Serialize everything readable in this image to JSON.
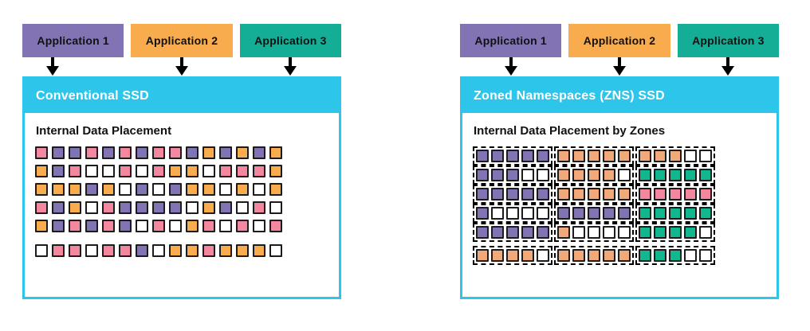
{
  "colors": {
    "purple": "#8274B4",
    "orange": "#F9AC4E",
    "teal": "#14AD96",
    "peach": "#F2A979",
    "teal_sq": "#10B78F",
    "pink": "#F2879F",
    "white": "#FFFFFF",
    "cyan": "#2EC5EA"
  },
  "icons": {
    "flow_arrow": "↓"
  },
  "panels": [
    {
      "applications": [
        {
          "label": "Application 1",
          "color": "purple"
        },
        {
          "label": "Application 2",
          "color": "orange"
        },
        {
          "label": "Application 3",
          "color": "teal"
        }
      ],
      "ssd_title": "Conventional SSD",
      "placement_title": "Internal Data Placement",
      "grid": {
        "type": "flat",
        "rows": [
          [
            "pink",
            "purple",
            "purple",
            "pink",
            "purple",
            "pink",
            "purple",
            "pink",
            "pink",
            "purple",
            "orange",
            "purple",
            "orange",
            "purple",
            "orange"
          ],
          [
            "orange",
            "purple",
            "pink",
            "white",
            "white",
            "pink",
            "white",
            "pink",
            "orange",
            "orange",
            "white",
            "pink",
            "pink",
            "pink",
            "orange"
          ],
          [
            "orange",
            "orange",
            "orange",
            "purple",
            "orange",
            "white",
            "purple",
            "white",
            "purple",
            "orange",
            "orange",
            "white",
            "orange",
            "white",
            "orange"
          ],
          [
            "pink",
            "purple",
            "orange",
            "white",
            "pink",
            "purple",
            "purple",
            "purple",
            "purple",
            "white",
            "orange",
            "purple",
            "white",
            "pink",
            "white"
          ],
          [
            "orange",
            "purple",
            "pink",
            "purple",
            "pink",
            "purple",
            "white",
            "pink",
            "white",
            "orange",
            "pink",
            "white",
            "pink",
            "white",
            "pink"
          ],
          [
            "white",
            "pink",
            "pink",
            "white",
            "pink",
            "pink",
            "purple",
            "white",
            "orange",
            "orange",
            "pink",
            "orange",
            "orange",
            "orange",
            "white"
          ]
        ]
      }
    },
    {
      "applications": [
        {
          "label": "Application 1",
          "color": "purple"
        },
        {
          "label": "Application 2",
          "color": "orange"
        },
        {
          "label": "Application 3",
          "color": "teal"
        }
      ],
      "ssd_title": "Zoned Namespaces (ZNS) SSD",
      "placement_title": "Internal Data Placement by Zones",
      "grid": {
        "type": "zoned",
        "rows": [
          [
            [
              "purple",
              "purple",
              "purple",
              "purple",
              "purple"
            ],
            [
              "peach",
              "peach",
              "peach",
              "peach",
              "peach"
            ],
            [
              "peach",
              "peach",
              "peach",
              "white",
              "white"
            ]
          ],
          [
            [
              "purple",
              "purple",
              "purple",
              "white",
              "white"
            ],
            [
              "peach",
              "peach",
              "peach",
              "peach",
              "white"
            ],
            [
              "teal_sq",
              "teal_sq",
              "teal_sq",
              "teal_sq",
              "teal_sq"
            ]
          ],
          [
            [
              "purple",
              "purple",
              "purple",
              "purple",
              "purple"
            ],
            [
              "peach",
              "peach",
              "peach",
              "peach",
              "peach"
            ],
            [
              "pink",
              "pink",
              "pink",
              "pink",
              "pink"
            ]
          ],
          [
            [
              "purple",
              "white",
              "white",
              "white",
              "white"
            ],
            [
              "purple",
              "purple",
              "purple",
              "purple",
              "purple"
            ],
            [
              "teal_sq",
              "teal_sq",
              "teal_sq",
              "teal_sq",
              "teal_sq"
            ]
          ],
          [
            [
              "purple",
              "purple",
              "purple",
              "purple",
              "purple"
            ],
            [
              "peach",
              "white",
              "white",
              "white",
              "white"
            ],
            [
              "teal_sq",
              "teal_sq",
              "teal_sq",
              "teal_sq",
              "white"
            ]
          ],
          [
            [
              "peach",
              "peach",
              "peach",
              "peach",
              "white"
            ],
            [
              "peach",
              "peach",
              "peach",
              "peach",
              "peach"
            ],
            [
              "teal_sq",
              "teal_sq",
              "teal_sq",
              "white",
              "white"
            ]
          ]
        ]
      }
    }
  ]
}
